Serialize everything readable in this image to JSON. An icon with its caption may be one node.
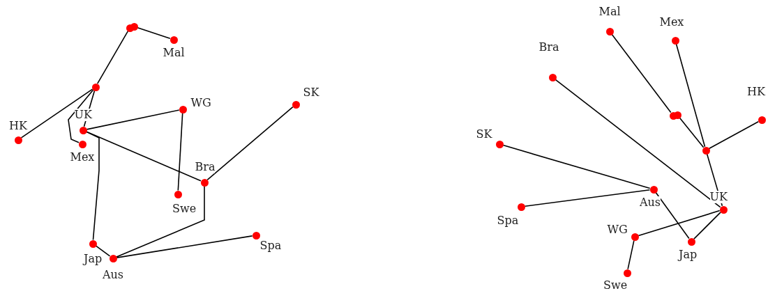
{
  "diagram": {
    "nodes": [
      {
        "text": [],
        "shape": "circle"
      },
      {
        "text": [],
        "shape": "circle"
      },
      {
        "text": [
          "Mal"
        ]
      },
      {
        "text": [],
        "shape": "circle"
      },
      {
        "text": [
          "SK"
        ]
      },
      {
        "text": [
          "WG"
        ]
      },
      {
        "text": [
          "HK"
        ]
      },
      {
        "text": [
          "UK"
        ]
      },
      {
        "text": [
          "Mex"
        ]
      },
      {
        "text": [
          "Bra"
        ]
      },
      {
        "text": [
          "Swe"
        ]
      },
      {
        "text": [
          "Spa"
        ]
      },
      {
        "text": [
          "Jap"
        ]
      },
      {
        "text": [
          "Aus"
        ]
      },
      {
        "text": [
          "Mal"
        ]
      },
      {
        "text": [
          "Mex"
        ]
      },
      {
        "text": [
          "Bra"
        ]
      },
      {
        "text": [],
        "shape": "circle"
      },
      {
        "text": [],
        "shape": "circle"
      },
      {
        "text": [
          "HK"
        ]
      },
      {
        "text": [
          "SK"
        ]
      },
      {
        "text": [],
        "shape": "circle"
      },
      {
        "text": [
          "Aus"
        ]
      },
      {
        "text": [
          "Spa"
        ]
      },
      {
        "text": [
          "UK"
        ]
      },
      {
        "text": [
          "WG"
        ]
      },
      {
        "text": [
          "Jap"
        ]
      },
      {
        "text": [
          "Swe"
        ]
      }
    ],
    "edges": [
      {
        "from": 0,
        "to": 2,
        "arrow": "none"
      },
      {
        "from": 1,
        "to": 3,
        "arrow": "none"
      },
      {
        "from": 3,
        "to": 6,
        "arrow": "none"
      },
      {
        "from": 3,
        "to": 7,
        "arrow": "none"
      },
      {
        "from": 3,
        "to": 8,
        "arrow": "none"
      },
      {
        "from": 7,
        "to": 5,
        "arrow": "none"
      },
      {
        "from": 5,
        "to": 10,
        "arrow": "none"
      },
      {
        "from": 7,
        "to": 9,
        "arrow": "none"
      },
      {
        "from": 9,
        "to": 4,
        "arrow": "none"
      },
      {
        "from": 9,
        "to": 13,
        "arrow": "none"
      },
      {
        "from": 7,
        "to": 12,
        "arrow": "none"
      },
      {
        "from": 12,
        "to": 13,
        "arrow": "none"
      },
      {
        "from": 13,
        "to": 11,
        "arrow": "none"
      },
      {
        "from": 14,
        "to": 18,
        "arrow": "none"
      },
      {
        "from": 17,
        "to": 21,
        "arrow": "none"
      },
      {
        "from": 15,
        "to": 21,
        "arrow": "none"
      },
      {
        "from": 19,
        "to": 21,
        "arrow": "none"
      },
      {
        "from": 21,
        "to": 24,
        "arrow": "none"
      },
      {
        "from": 16,
        "to": 24,
        "arrow": "none"
      },
      {
        "from": 20,
        "to": 22,
        "arrow": "none"
      },
      {
        "from": 23,
        "to": 22,
        "arrow": "none"
      },
      {
        "from": 22,
        "to": 26,
        "arrow": "none"
      },
      {
        "from": 26,
        "to": 24,
        "arrow": "none"
      },
      {
        "from": 24,
        "to": 25,
        "arrow": "none"
      },
      {
        "from": 25,
        "to": 27,
        "arrow": "none"
      }
    ]
  }
}
